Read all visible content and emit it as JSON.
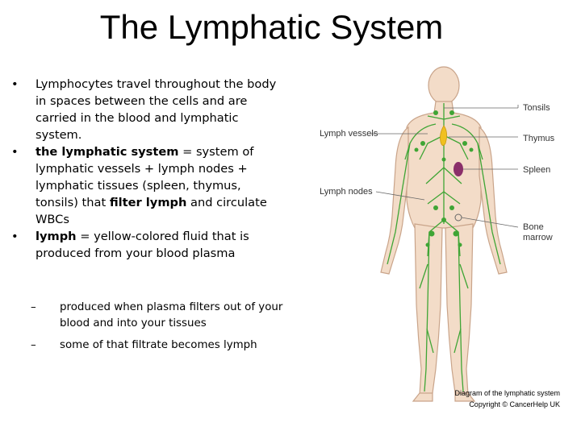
{
  "title": "The Lymphatic System",
  "bullets": [
    {
      "symbol": "•",
      "lines": [
        "Lymphocytes travel throughout the body",
        "in spaces between the cells and are",
        "carried in the blood and lymphatic",
        "system."
      ]
    },
    {
      "symbol": "•",
      "term": "the lymphatic system",
      "lines": [
        "= system of",
        "lymphatic vessels + lymph nodes +",
        "lymphatic tissues (spleen, thymus,",
        "tonsils) that",
        "filter lymph",
        "and circulate",
        "WBCs"
      ]
    },
    {
      "symbol": "•",
      "term": "lymph",
      "lines": [
        "= yellow-colored fluid that is",
        "produced from your blood plasma"
      ]
    }
  ],
  "sub_bullets": [
    {
      "symbol": "–",
      "lines": [
        "produced when plasma filters out of your",
        "blood and into your tissues"
      ]
    },
    {
      "symbol": "–",
      "lines": [
        "some of that filtrate becomes lymph"
      ]
    }
  ],
  "diagram": {
    "labels": {
      "lymph_vessels": "Lymph vessels",
      "lymph_nodes": "Lymph nodes",
      "tonsils": "Tonsils",
      "thymus": "Thymus",
      "spleen": "Spleen",
      "bone": "Bone",
      "marrow": "marrow"
    },
    "caption_line1": "Diagram of the lymphatic system",
    "caption_line2": "Copyright © CancerHelp UK",
    "colors": {
      "skin": "#f3dcc8",
      "outline": "#c9a48a",
      "vessel": "#3fa535",
      "thymus": "#f0c020",
      "spleen": "#8a2f6a"
    }
  }
}
